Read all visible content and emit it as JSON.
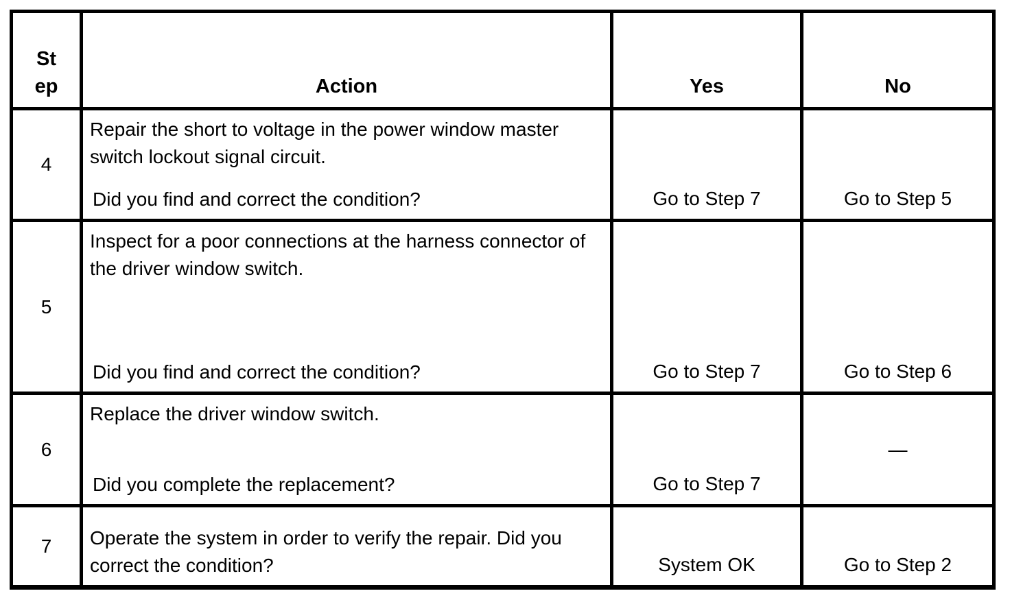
{
  "colors": {
    "border": "#000000",
    "text": "#000000",
    "background": "#ffffff"
  },
  "table": {
    "header": {
      "step_line1": "St",
      "step_line2": "ep",
      "action": "Action",
      "yes": "Yes",
      "no": "No"
    },
    "rows": [
      {
        "step": "4",
        "action": "Repair the short to voltage in the power window master switch lockout signal circuit.",
        "question": "Did you find and correct the condition?",
        "yes": "Go to Step 7",
        "no": "Go to Step 5"
      },
      {
        "step": "5",
        "action": "Inspect for a poor connections at the harness connector of the driver window switch.",
        "question": "Did you find and correct the condition?",
        "yes": "Go to Step 7",
        "no": "Go to Step 6"
      },
      {
        "step": "6",
        "action": "Replace the driver window switch.",
        "question": "Did you complete the replacement?",
        "yes": "Go to Step 7",
        "no": "—"
      },
      {
        "step": "7",
        "action": "Operate the system in order to verify the repair. Did you correct the condition?",
        "yes": "System OK",
        "no": "Go to Step 2"
      }
    ]
  }
}
